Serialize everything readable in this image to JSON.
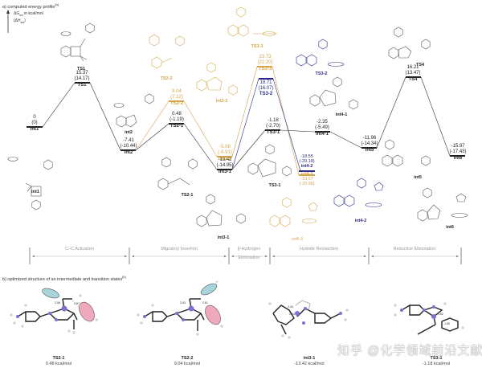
{
  "panel_a": {
    "title": "a) computed energy profile",
    "title_ref": "[a]",
    "axis_legend": {
      "line1": "ΔG",
      "line1_sub": "sol",
      "line1_unit": " in kcal/mol",
      "line2": "(ΔH",
      "line2_sub": "sol",
      "line2_end": ")"
    },
    "colors": {
      "main_path": "#222222",
      "alt_path_gold": "#d4a64a",
      "alt_path_blue": "#2a2a8a",
      "stage_axis": "#999999"
    },
    "levels": [
      {
        "id": "int1",
        "name": "int1",
        "dG": "0",
        "dH": "(0)",
        "color": "black"
      },
      {
        "id": "TS1",
        "name": "TS1",
        "dG": "15.37",
        "dH": "(14.17)",
        "color": "black"
      },
      {
        "id": "int2",
        "name": "int2",
        "dG": "-7.41",
        "dH": "(-10.44)",
        "color": "black"
      },
      {
        "id": "TS2-1",
        "name": "TS2-1",
        "dG": "0.48",
        "dH": "(-1.19)",
        "color": "black"
      },
      {
        "id": "TS2-2",
        "name": "TS2-2",
        "dG": "9.04",
        "dH": "(7.12)",
        "color": "gold"
      },
      {
        "id": "int3-1",
        "name": "int3-1",
        "dG": "-13.42",
        "dH": "(-14.95)",
        "color": "black"
      },
      {
        "id": "int3-2",
        "name": "int3-2",
        "dG": "-5.08",
        "dH": "(-6.91)",
        "color": "gold"
      },
      {
        "id": "TS3-1",
        "name": "TS3-1",
        "dG": "-1.18",
        "dH": "(-2.70)",
        "color": "black"
      },
      {
        "id": "TS3-2",
        "name": "TS3-2",
        "dG": "18.71",
        "dH": "(16.07)",
        "color": "blue"
      },
      {
        "id": "TS3-3",
        "name": "TS3-3",
        "dG": "23.73",
        "dH": "(21.20)",
        "color": "gold"
      },
      {
        "id": "int4-1",
        "name": "int4-1",
        "dG": "-2.35",
        "dH": "(-5.49)",
        "color": "black"
      },
      {
        "id": "int4-2",
        "name": "int4-2",
        "dG": "-18.55",
        "dH": "(-20.18)",
        "color": "blue"
      },
      {
        "id": "int4-3",
        "name": "int4-3",
        "dG": "-19.07",
        "dH": "(-20.98)",
        "color": "gold"
      },
      {
        "id": "int5",
        "name": "int5",
        "dG": "-11.96",
        "dH": "(-14.34)",
        "color": "black"
      },
      {
        "id": "TS4",
        "name": "TS4",
        "dG": "16.21",
        "dH": "(13.47)",
        "color": "black"
      },
      {
        "id": "int6",
        "name": "int6",
        "dG": "-15.97",
        "dH": "(-17.43)",
        "color": "black"
      }
    ],
    "structures": [
      {
        "name": "TS1",
        "color": "black"
      },
      {
        "name": "int1",
        "color": "black"
      },
      {
        "name": "int2",
        "color": "black"
      },
      {
        "name": "TS2-2",
        "color": "gold"
      },
      {
        "name": "TS2-1",
        "color": "black"
      },
      {
        "name": "TS3-3",
        "color": "gold"
      },
      {
        "name": "int3-2",
        "color": "gold"
      },
      {
        "name": "int3-1",
        "color": "black"
      },
      {
        "name": "TS3-1",
        "color": "black"
      },
      {
        "name": "TS3-2",
        "color": "blue"
      },
      {
        "name": "int4-1",
        "color": "black"
      },
      {
        "name": "int4-3",
        "color": "gold"
      },
      {
        "name": "int4-2",
        "color": "blue"
      },
      {
        "name": "TS4",
        "color": "black"
      },
      {
        "name": "int5",
        "color": "black"
      },
      {
        "name": "int6",
        "color": "black"
      }
    ],
    "atom_labels": {
      "nme2": "NMe",
      "nme2_sub": "2",
      "me2n": "Me",
      "me2n_sub": "2",
      "me2n_end": "N",
      "rh": "Rh",
      "rh_charge": "+",
      "n": "N",
      "h": "H"
    },
    "stages": [
      {
        "label": "C–C Activation"
      },
      {
        "label": "Migratory Insertion"
      },
      {
        "label": "β-Hydrogen",
        "label2": "Elimination"
      },
      {
        "label": "Hydride Reinsertion"
      },
      {
        "label": "Reductive Elimination"
      }
    ]
  },
  "panel_b": {
    "title": "b) optimized structure of an intermediate and transition states",
    "title_ref": "[b]",
    "structures": [
      {
        "name": "TS2-1",
        "energy": "0.48 kcal/mol",
        "distances": [
          "2.06",
          "2.97"
        ]
      },
      {
        "name": "TS2-2",
        "energy": "9.04 kcal/mol",
        "distances": [
          "2.03",
          "2.61"
        ]
      },
      {
        "name": "int3-1",
        "energy": "-13.42 kcal/mol",
        "distances": [
          "2.43",
          "2.64"
        ]
      },
      {
        "name": "TS3-1",
        "energy": "-1.18 kcal/mol",
        "distances": [
          "1.52",
          "1.69"
        ]
      }
    ]
  },
  "watermark": "知乎 @化学领域前沿文献"
}
